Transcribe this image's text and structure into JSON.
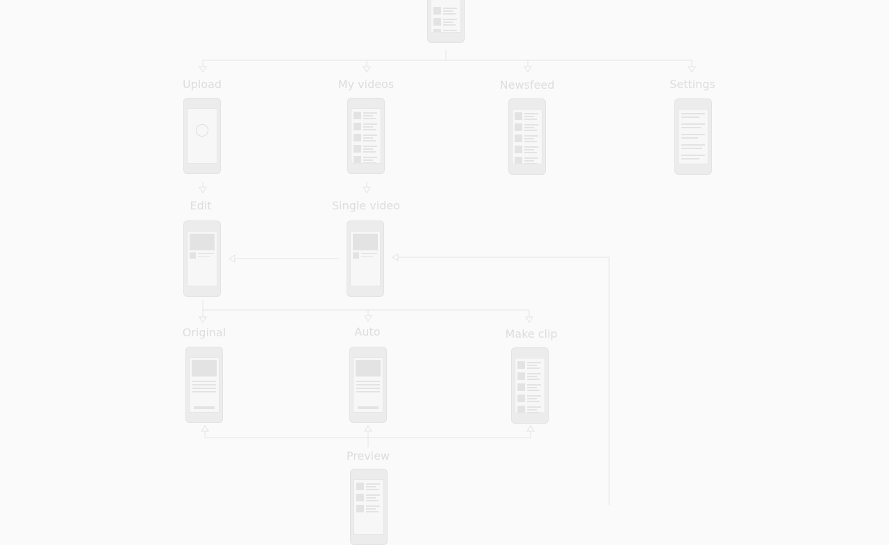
{
  "nodes": {
    "upload": {
      "label": "Upload",
      "type": "upload"
    },
    "my_videos": {
      "label": "My videos",
      "type": "list"
    },
    "newsfeed": {
      "label": "Newsfeed",
      "type": "list"
    },
    "settings": {
      "label": "Settings",
      "type": "text"
    },
    "edit": {
      "label": "Edit",
      "type": "media"
    },
    "single_video": {
      "label": "Single video",
      "type": "media"
    },
    "original": {
      "label": "Original",
      "type": "article"
    },
    "auto": {
      "label": "Auto",
      "type": "article"
    },
    "make_clip": {
      "label": "Make clip",
      "type": "list"
    },
    "preview": {
      "label": "Preview",
      "type": "list"
    }
  },
  "colors": {
    "background": "#fafafa",
    "stroke": "#e4e4e4",
    "label": "#dddddd"
  }
}
